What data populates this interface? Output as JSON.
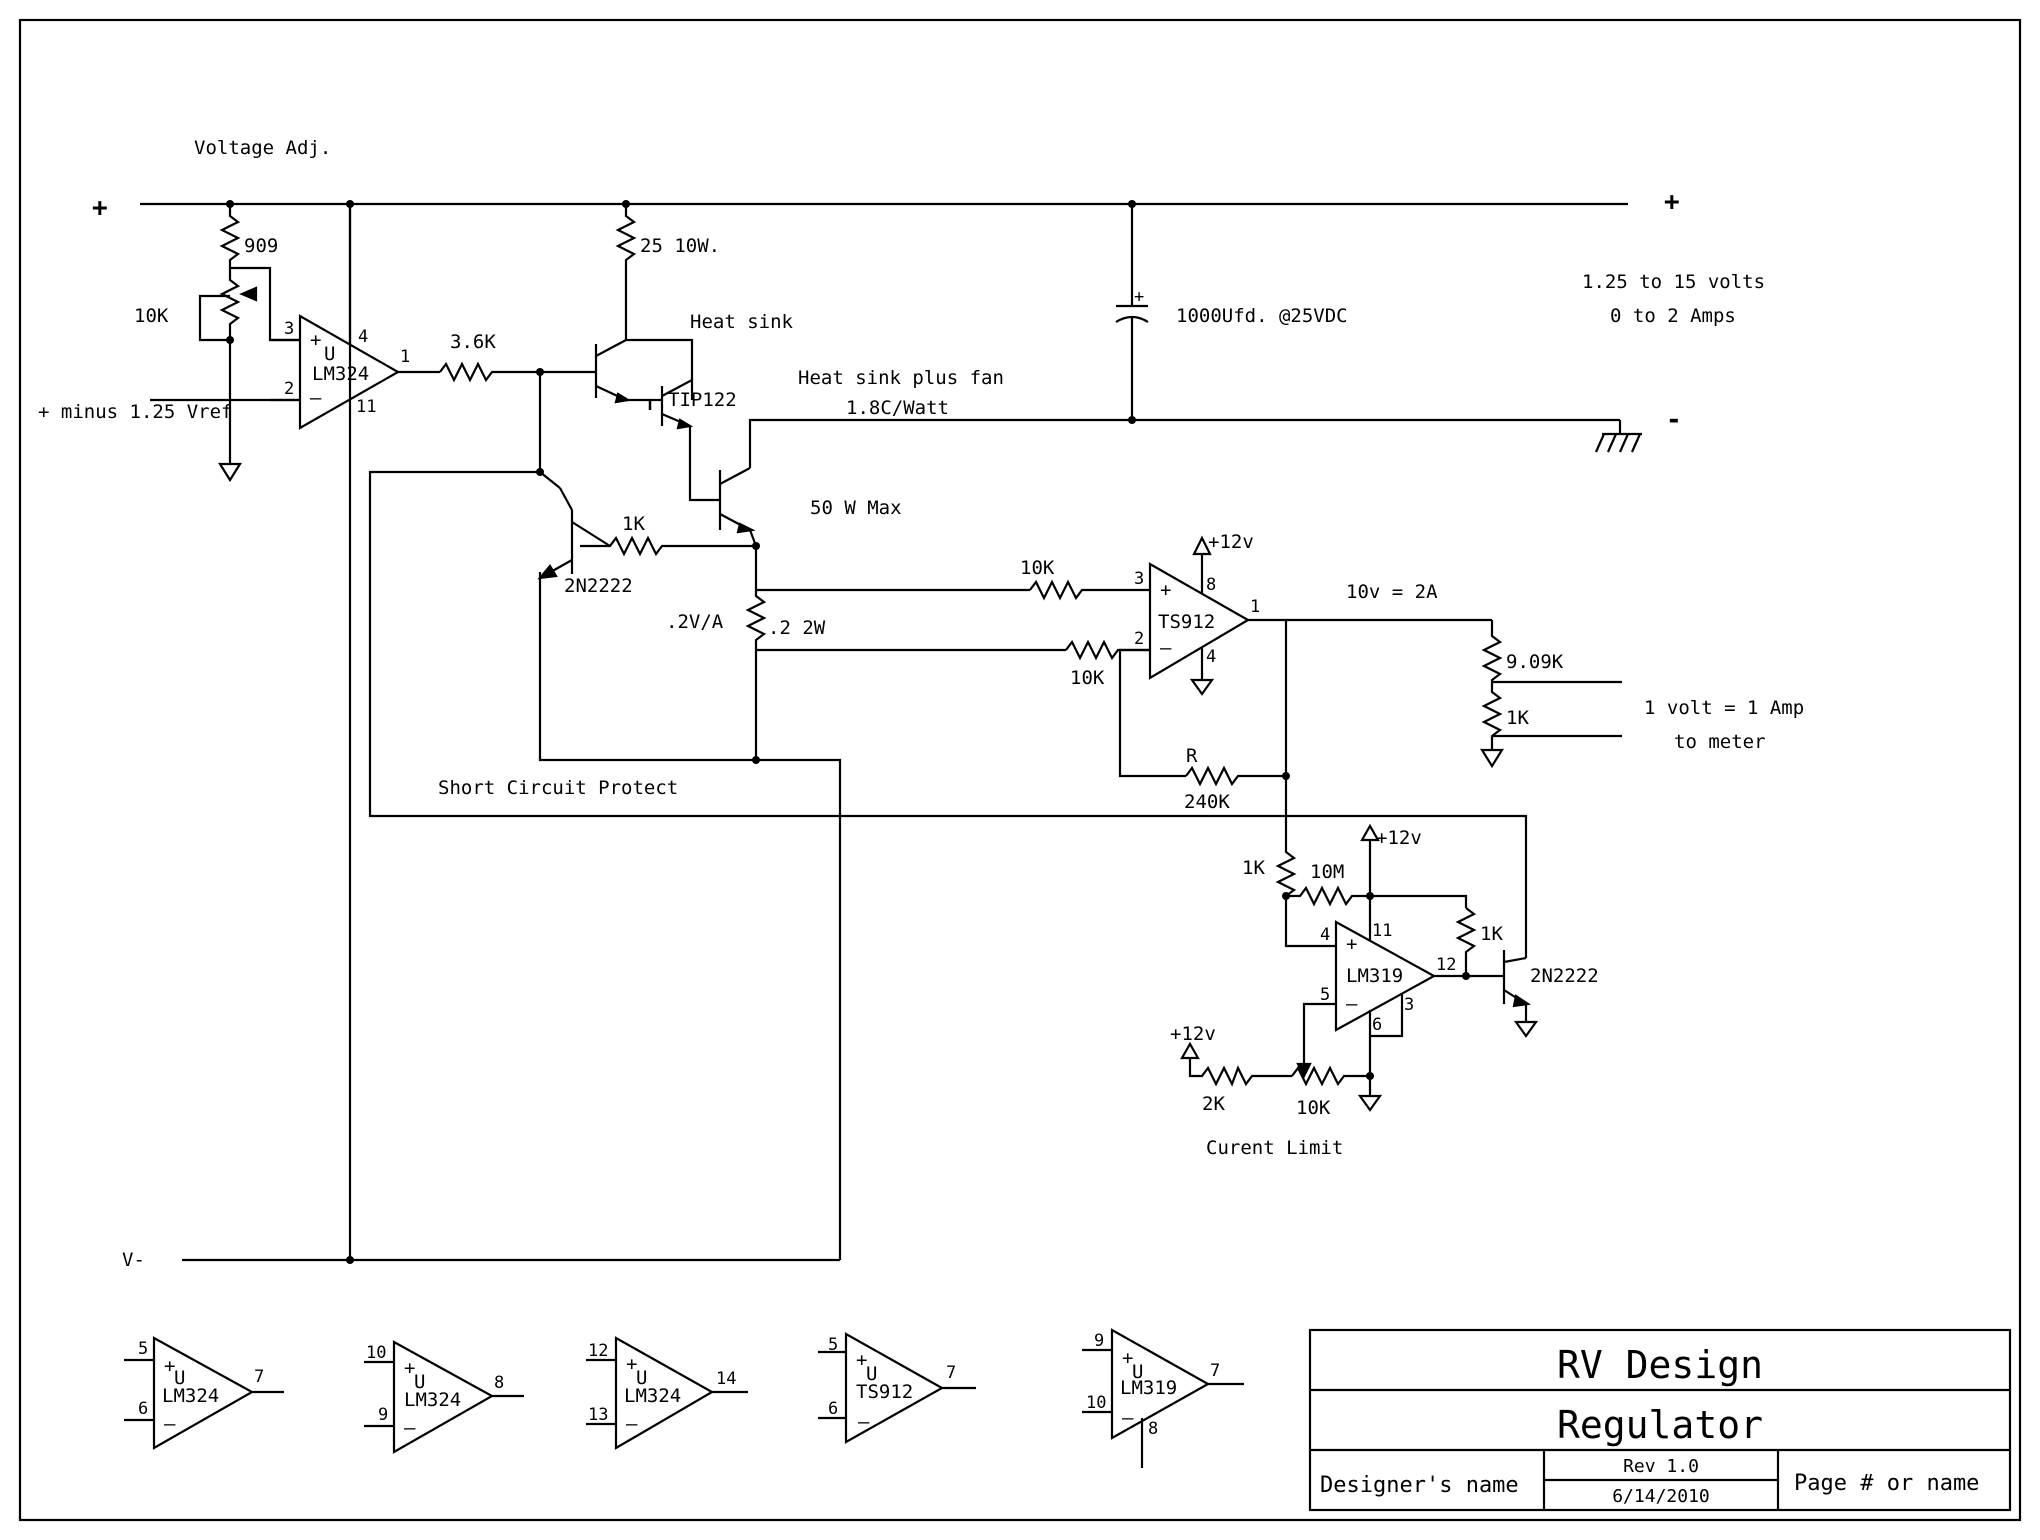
{
  "labels": {
    "voltage_adj": "Voltage Adj.",
    "plus_left": "+",
    "plus_right": "+",
    "minus_right": "-",
    "minus_ref": "+ minus 1.25 Vref",
    "r_909": "909",
    "r_10k_pot": "10K",
    "r_3_6k": "3.6K",
    "r_25": "25 10W.",
    "heat_sink": "Heat sink",
    "tip122": "TIP122",
    "heat_sink_fan": "Heat sink plus fan",
    "deg_per_watt": "1.8C/Watt",
    "cap": "1000Ufd. @25VDC",
    "range_volts": "1.25 to 15 volts",
    "range_amps": "0 to 2 Amps",
    "max_w": "50 W Max",
    "r_1k_base": "1K",
    "q_2n2222_a": "2N2222",
    "sense_v": ".2V/A",
    "r_sense": ".2 2W",
    "r_10k_in3": "10K",
    "r_10k_in2": "10K",
    "plus12_a": "+12v",
    "ts912": "TS912",
    "ten_v": "10v = 2A",
    "r_909k": "9.09K",
    "r_1k_div": "1K",
    "meter_1": "1 volt = 1 Amp",
    "meter_2": "to meter",
    "r_label": "R",
    "r_240k": "240K",
    "short_circuit": "Short Circuit Protect",
    "plus12_b": "+12v",
    "r_1k_cmp": "1K",
    "r_10m": "10M",
    "r_1k_pull": "1K",
    "lm319": "LM319",
    "q_2n2222_b": "2N2222",
    "plus12_c": "+12v",
    "r_2k": "2K",
    "r_10k_pot2": "10K",
    "current_limit": "Curent Limit",
    "v_minus": "V-",
    "lm324": "LM324",
    "u": "U",
    "op_plus": "+",
    "op_minus": "–"
  },
  "pins": {
    "lm324_3": "3",
    "lm324_2": "2",
    "lm324_4": "4",
    "lm324_1": "1",
    "lm324_11": "11",
    "ts912_3": "3",
    "ts912_2": "2",
    "ts912_8": "8",
    "ts912_1": "1",
    "ts912_4": "4",
    "lm319_4": "4",
    "lm319_5": "5",
    "lm319_11": "11",
    "lm319_12": "12",
    "lm319_3": "3",
    "lm319_6": "6"
  },
  "spare_units": [
    {
      "part": "LM324",
      "in_plus": "5",
      "in_minus": "6",
      "out": "7"
    },
    {
      "part": "LM324",
      "in_plus": "10",
      "in_minus": "9",
      "out": "8"
    },
    {
      "part": "LM324",
      "in_plus": "12",
      "in_minus": "13",
      "out": "14"
    },
    {
      "part": "TS912",
      "in_plus": "5",
      "in_minus": "6",
      "out": "7"
    },
    {
      "part": "LM319",
      "in_plus": "9",
      "in_minus": "10",
      "out": "7",
      "extra": "8"
    }
  ],
  "title_block": {
    "company": "RV Design",
    "title": "Regulator",
    "designer": "Designer's name",
    "rev": "Rev 1.0",
    "date": "6/14/2010",
    "page": "Page # or name"
  }
}
